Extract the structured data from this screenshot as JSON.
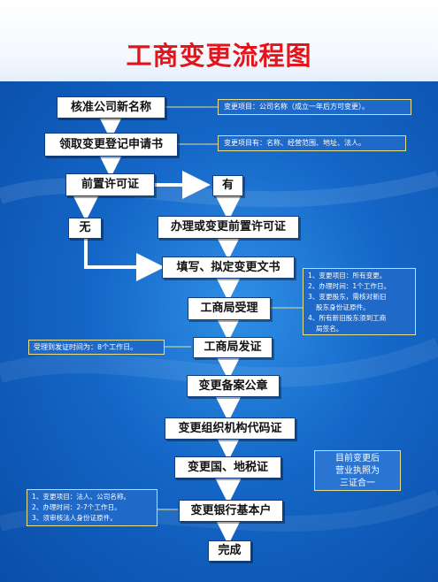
{
  "title": "工商变更流程图",
  "steps": {
    "s1": "核准公司新名称",
    "s2": "领取变更登记申请书",
    "s3": "前置许可证",
    "s3_yes": "有",
    "s3_no": "无",
    "s4": "办理或变更前置许可证",
    "s5": "填写、拟定变更文书",
    "s6": "工商局受理",
    "s7": "工商局发证",
    "s8": "变更备案公章",
    "s9": "变更组织机构代码证",
    "s10": "变更国、地税证",
    "s11": "变更银行基本户",
    "s12": "完成"
  },
  "notes": {
    "n1": "变更项目：公司名称（成立一年后方可变更）。",
    "n2": "变更项目有：名称、经营范围、地址、法人。",
    "n3": [
      "1、变更项目：所有变更。",
      "2、办理时间：1个工作日。",
      "3、变更股东，需核对新旧",
      "股东身份证原件。",
      "4、所有新旧股东须到工商",
      "局签名。"
    ],
    "n4": "受理到发证时间为：8个工作日。",
    "n5": [
      "1、变更项目：法人、公司名称。",
      "2、办理时间：2-7个工作日。",
      "3、须审核法人身份证原件。"
    ],
    "n6": [
      "目前变更后",
      "营业执照为",
      "三证合一"
    ]
  },
  "colors": {
    "title": "#e3151c",
    "background": "#1466c7",
    "note_border": "#e6e08a"
  }
}
